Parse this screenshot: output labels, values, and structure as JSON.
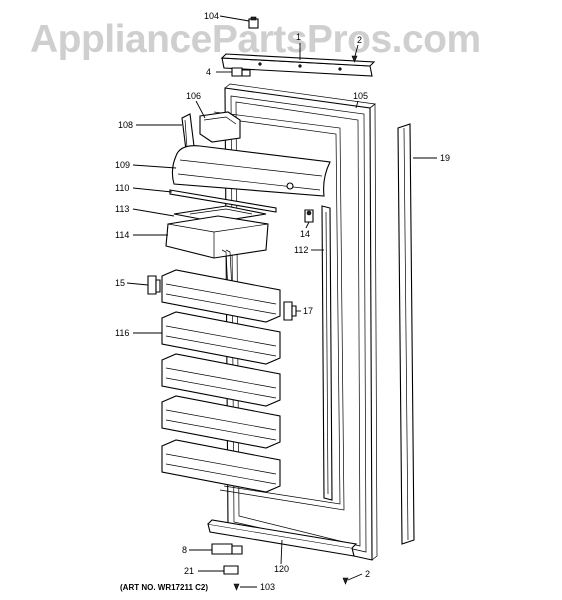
{
  "watermark": "AppliancePartsPros.com",
  "art_number": "(ART NO. WR17211 C2)",
  "callouts": {
    "c104": "104",
    "c1": "1",
    "c2_top": "2",
    "c4": "4",
    "c106": "106",
    "c105": "105",
    "c108": "108",
    "c19": "19",
    "c109": "109",
    "c110": "110",
    "c113": "113",
    "c14": "14",
    "c114": "114",
    "c112": "112",
    "c15": "15",
    "c17": "17",
    "c116": "116",
    "c8": "8",
    "c120": "120",
    "c2_bottom": "2",
    "c21": "21",
    "c103": "103"
  }
}
